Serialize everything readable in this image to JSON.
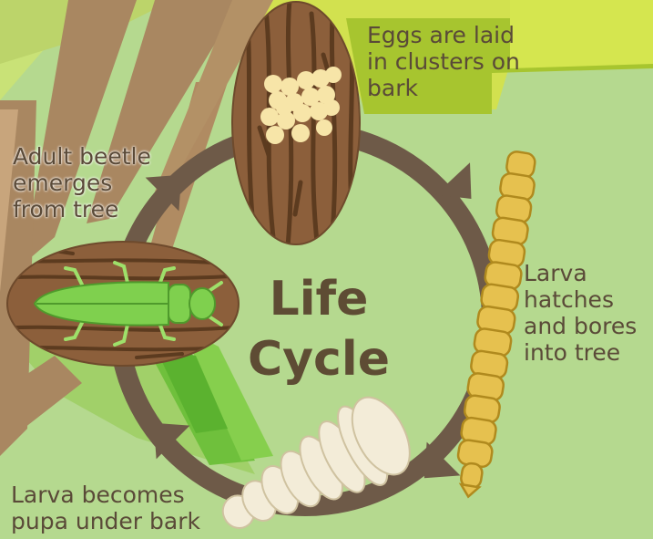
{
  "title_lines": [
    "Life",
    "Cycle"
  ],
  "stages": [
    {
      "id": "eggs",
      "text": "Eggs are laid\nin clusters on\nbark"
    },
    {
      "id": "larva",
      "text": "Larva\nhatches\nand bores\ninto tree"
    },
    {
      "id": "pupa",
      "text": "Larva becomes\npupa under bark"
    },
    {
      "id": "adult",
      "text": "Adult beetle\nemerges\nfrom tree"
    }
  ],
  "colors": {
    "background": "#b5d98f",
    "cycle_arrow": "#6e5a48",
    "bark": "#8c5f3b",
    "egg": "#f7e5a8",
    "larva": "#e6c14f",
    "pupa": "#f3ecd8",
    "beetle": "#7fd04e",
    "tree_trunk": "#b08b62",
    "leaf_dark": "#9cc23a",
    "leaf_light": "#d4e04a",
    "text": "#5a4a38"
  }
}
